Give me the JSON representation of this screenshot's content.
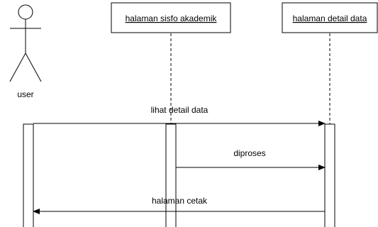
{
  "diagram": {
    "type": "sequence",
    "actor": {
      "label": "user"
    },
    "lifelines": [
      {
        "label": "halaman sisfo akademik"
      },
      {
        "label": "halaman detail data"
      }
    ],
    "messages": [
      {
        "label": "lihat detail data",
        "from": "user",
        "to": "halaman detail data"
      },
      {
        "label": "diproses",
        "from": "halaman sisfo akademik",
        "to": "halaman detail data"
      },
      {
        "label": "halaman cetak",
        "from": "halaman detail data",
        "to": "user"
      }
    ]
  }
}
